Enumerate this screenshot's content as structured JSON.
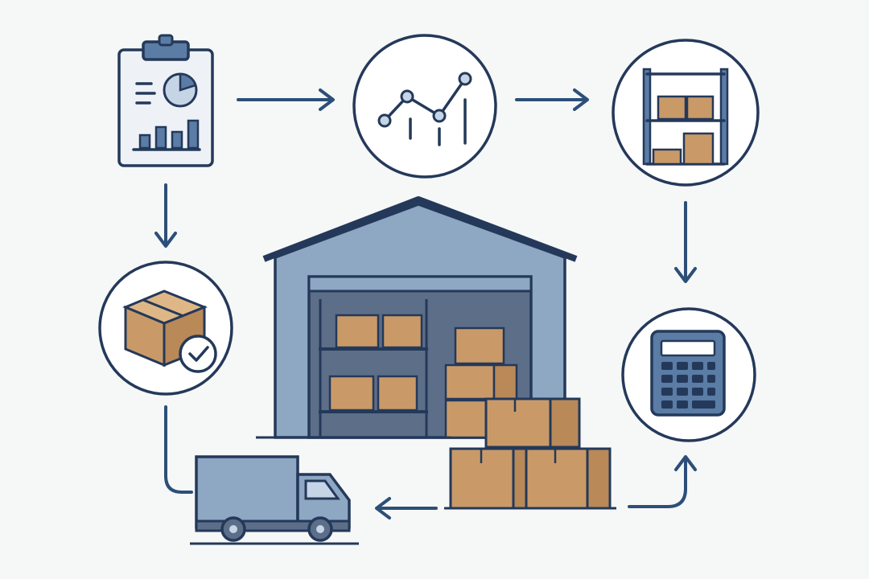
{
  "diagram": {
    "type": "supply-chain-cycle",
    "nodes": [
      {
        "id": "planning",
        "icon": "clipboard-chart-icon"
      },
      {
        "id": "analytics",
        "icon": "line-chart-icon"
      },
      {
        "id": "storage",
        "icon": "shelving-icon"
      },
      {
        "id": "costing",
        "icon": "calculator-icon"
      },
      {
        "id": "shipping",
        "icon": "delivery-truck-icon"
      },
      {
        "id": "receiving",
        "icon": "box-checkmark-icon"
      },
      {
        "id": "warehouse",
        "icon": "warehouse-icon"
      }
    ],
    "edges": [
      {
        "from": "planning",
        "to": "analytics"
      },
      {
        "from": "analytics",
        "to": "storage"
      },
      {
        "from": "storage",
        "to": "costing"
      },
      {
        "from": "warehouse",
        "to": "costing"
      },
      {
        "from": "warehouse",
        "to": "shipping"
      },
      {
        "from": "receiving",
        "to": "shipping"
      },
      {
        "from": "planning",
        "to": "receiving"
      }
    ],
    "colors": {
      "outline": "#24395a",
      "arrow": "#2c4f78",
      "building": "#8ea7c3",
      "box": "#c99a68",
      "background": "#f6f7f7"
    }
  }
}
